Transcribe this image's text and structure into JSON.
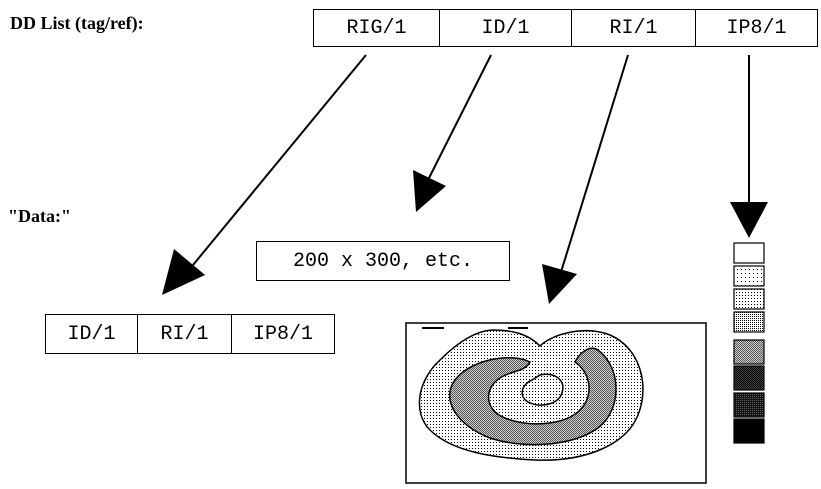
{
  "labels": {
    "dd_list": "DD List (tag/ref):",
    "data": "\"Data:\""
  },
  "dd_list": [
    "RIG/1",
    "ID/1",
    "RI/1",
    "IP8/1"
  ],
  "rig_contents": [
    "ID/1",
    "RI/1",
    "IP8/1"
  ],
  "dimensions_text": "200 x 300, etc.",
  "palette_swatches": 8,
  "colors": {
    "line": "#000000",
    "background": "#ffffff"
  }
}
